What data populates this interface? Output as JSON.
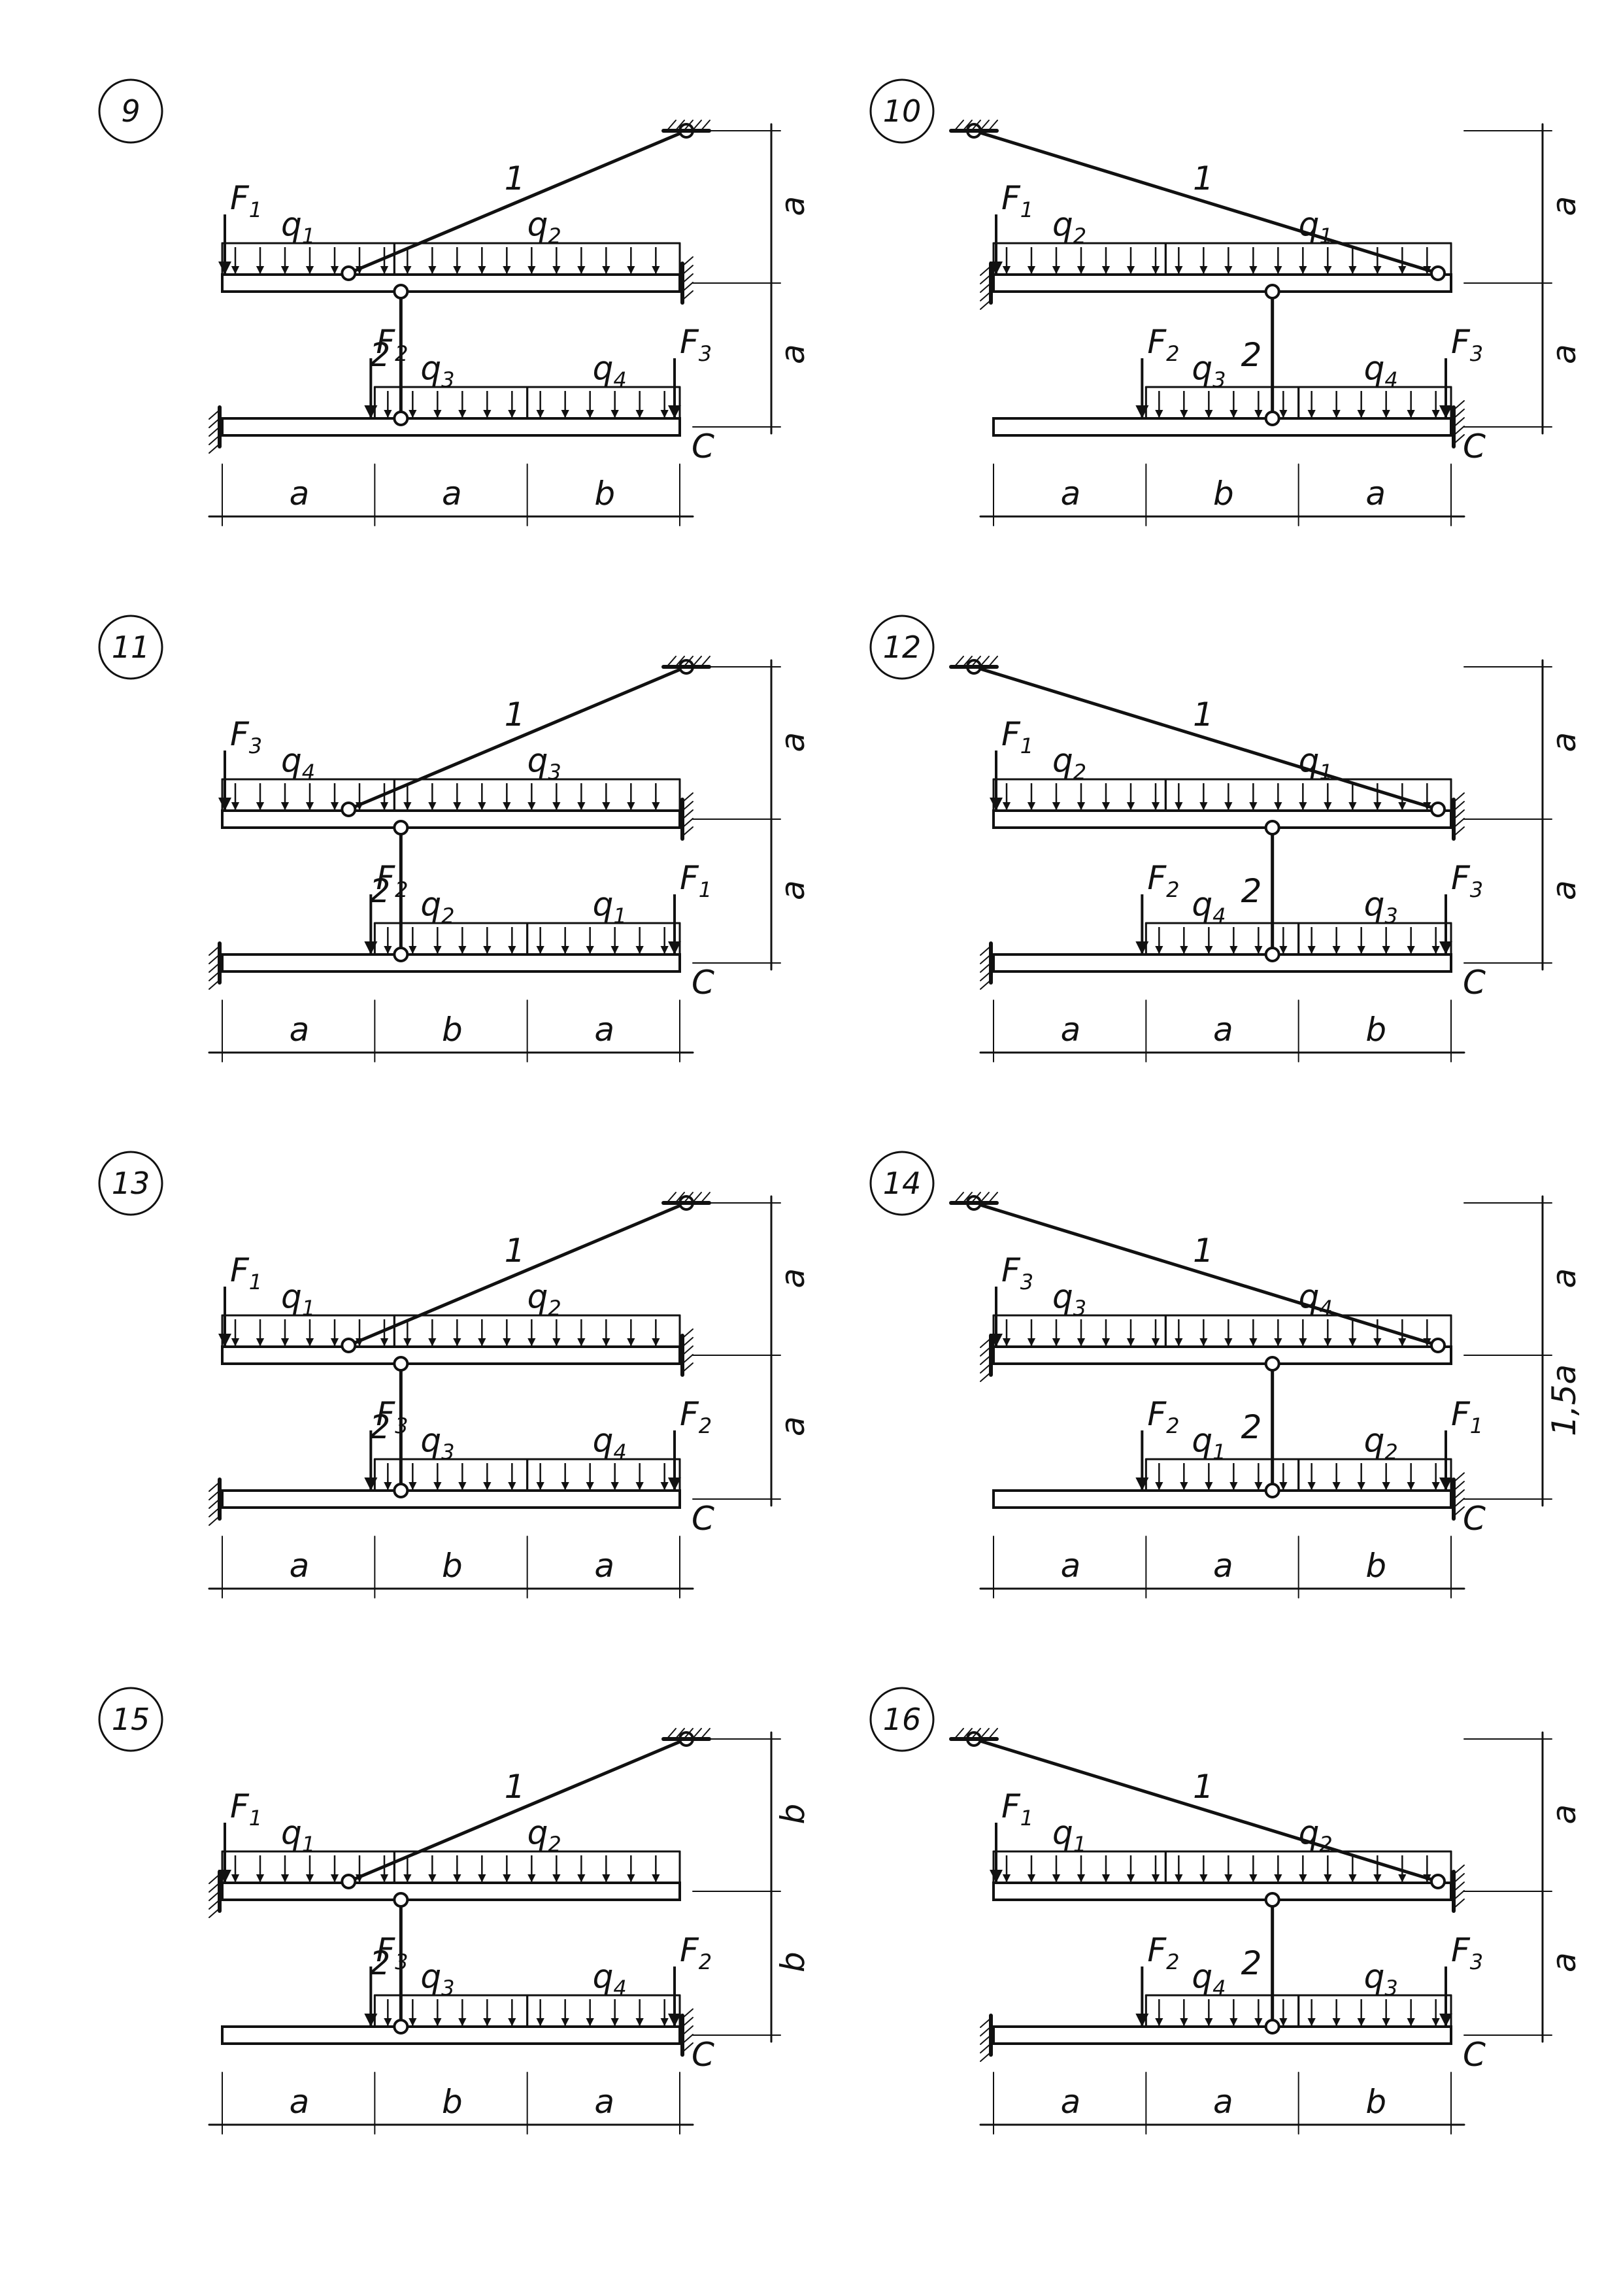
{
  "problems": [
    {
      "number": "9",
      "rod_labels": [
        "1",
        "2"
      ],
      "loads": {
        "force_labels": [
          "F1",
          "F2",
          "F3"
        ],
        "distributed_labels": [
          "q1",
          "q2",
          "q3",
          "q4"
        ]
      },
      "point_labels": [
        "C"
      ],
      "dimensions": {
        "horizontal": [
          "a",
          "a",
          "b"
        ],
        "vertical": [
          "a",
          "a"
        ]
      }
    },
    {
      "number": "10",
      "rod_labels": [
        "1",
        "2"
      ],
      "loads": {
        "force_labels": [
          "F1",
          "F2",
          "F3"
        ],
        "distributed_labels": [
          "q2",
          "q1",
          "q3",
          "q4"
        ]
      },
      "point_labels": [
        "C"
      ],
      "dimensions": {
        "horizontal": [
          "a",
          "b",
          "a"
        ],
        "vertical": [
          "a",
          "a"
        ]
      }
    },
    {
      "number": "11",
      "rod_labels": [
        "1",
        "2"
      ],
      "loads": {
        "force_labels": [
          "F3",
          "F2",
          "F1"
        ],
        "distributed_labels": [
          "q4",
          "q3",
          "q2",
          "q1"
        ]
      },
      "point_labels": [
        "C"
      ],
      "dimensions": {
        "horizontal": [
          "a",
          "b",
          "a"
        ],
        "vertical": [
          "a",
          "a"
        ]
      }
    },
    {
      "number": "12",
      "rod_labels": [
        "1",
        "2"
      ],
      "loads": {
        "force_labels": [
          "F1",
          "F2",
          "F3"
        ],
        "distributed_labels": [
          "q2",
          "q1",
          "q4",
          "q3"
        ]
      },
      "point_labels": [
        "C"
      ],
      "dimensions": {
        "horizontal": [
          "a",
          "a",
          "b"
        ],
        "vertical": [
          "a",
          "a"
        ]
      }
    },
    {
      "number": "13",
      "rod_labels": [
        "1",
        "2"
      ],
      "loads": {
        "force_labels": [
          "F1",
          "F3",
          "F2"
        ],
        "distributed_labels": [
          "q1",
          "q2",
          "q3",
          "q4"
        ]
      },
      "point_labels": [
        "C"
      ],
      "dimensions": {
        "horizontal": [
          "a",
          "b",
          "a"
        ],
        "vertical": [
          "a",
          "a"
        ]
      }
    },
    {
      "number": "14",
      "rod_labels": [
        "1",
        "2"
      ],
      "loads": {
        "force_labels": [
          "F3",
          "F2",
          "F1"
        ],
        "distributed_labels": [
          "q3",
          "q4",
          "q1",
          "q2"
        ]
      },
      "point_labels": [
        "C"
      ],
      "dimensions": {
        "horizontal": [
          "a",
          "a",
          "b"
        ],
        "vertical": [
          "a",
          "1,5a"
        ]
      }
    },
    {
      "number": "15",
      "rod_labels": [
        "1",
        "2"
      ],
      "loads": {
        "force_labels": [
          "F1",
          "F3",
          "F2"
        ],
        "distributed_labels": [
          "q1",
          "q2",
          "q3",
          "q4"
        ]
      },
      "point_labels": [
        "C"
      ],
      "dimensions": {
        "horizontal": [
          "a",
          "b",
          "a"
        ],
        "vertical": [
          "b",
          "b"
        ]
      }
    },
    {
      "number": "16",
      "rod_labels": [
        "1",
        "2"
      ],
      "loads": {
        "force_labels": [
          "F1",
          "F2",
          "F3"
        ],
        "distributed_labels": [
          "q1",
          "q2",
          "q4",
          "q3"
        ]
      },
      "point_labels": [
        "C"
      ],
      "dimensions": {
        "horizontal": [
          "a",
          "a",
          "b"
        ],
        "vertical": [
          "a",
          "a"
        ]
      }
    }
  ]
}
